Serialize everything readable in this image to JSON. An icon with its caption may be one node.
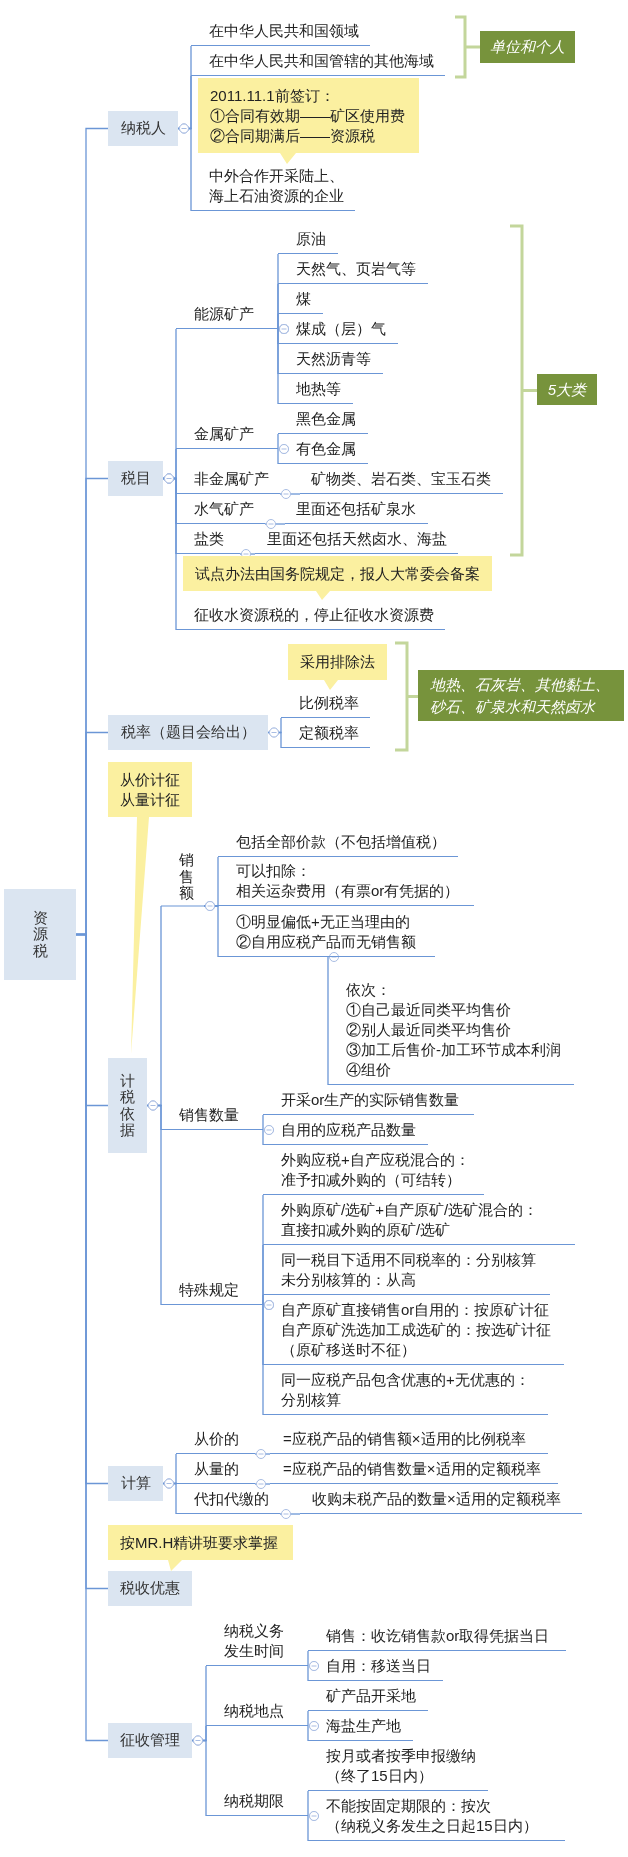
{
  "diagram": {
    "nodes": [
      {
        "text": [
          "资源税"
        ]
      },
      {
        "text": [
          "纳税人"
        ]
      },
      {
        "text": [
          "在中华人民共和国领域"
        ]
      },
      {
        "text": [
          "在中华人民共和国管辖的其他海域"
        ]
      },
      {
        "text": [
          "2011.11.1前签订：",
          "①合同有效期——矿区使用费",
          "②合同期满后——资源税"
        ]
      },
      {
        "text": [
          "中外合作开采陆上、海上石油资源的企业"
        ]
      },
      {
        "text": [
          "单位和个人"
        ]
      },
      {
        "text": [
          "税目"
        ]
      },
      {
        "text": [
          "能源矿产"
        ]
      },
      {
        "text": [
          "原油"
        ]
      },
      {
        "text": [
          "天然气、页岩气等"
        ]
      },
      {
        "text": [
          "煤"
        ]
      },
      {
        "text": [
          "煤成（层）气"
        ]
      },
      {
        "text": [
          "天然沥青等"
        ]
      },
      {
        "text": [
          "地热等"
        ]
      },
      {
        "text": [
          "金属矿产"
        ]
      },
      {
        "text": [
          "黑色金属"
        ]
      },
      {
        "text": [
          "有色金属"
        ]
      },
      {
        "text": [
          "非金属矿产"
        ]
      },
      {
        "text": [
          "矿物类、岩石类、宝玉石类"
        ]
      },
      {
        "text": [
          "水气矿产"
        ]
      },
      {
        "text": [
          "里面还包括矿泉水"
        ]
      },
      {
        "text": [
          "盐类"
        ]
      },
      {
        "text": [
          "里面还包括天然卤水、海盐"
        ]
      },
      {
        "text": [
          "试点办法由国务院规定，报人大常委会备案"
        ]
      },
      {
        "text": [
          "征收水资源税的，停止征收水资源费"
        ]
      },
      {
        "text": [
          "5大类"
        ]
      },
      {
        "text": [
          "税率（题目会给出）"
        ]
      },
      {
        "text": [
          "采用排除法"
        ]
      },
      {
        "text": [
          "比例税率"
        ]
      },
      {
        "text": [
          "定额税率"
        ]
      },
      {
        "text": [
          "地热、石灰岩、其他黏土、砂石、矿泉水和天然卤水"
        ]
      },
      {
        "text": [
          "从价计征",
          "从量计征"
        ]
      },
      {
        "text": [
          "计税依据"
        ]
      },
      {
        "text": [
          "销售额"
        ]
      },
      {
        "text": [
          "包括全部价款（不包括增值税）"
        ]
      },
      {
        "text": [
          "可以扣除：",
          "相关运杂费用（有票or有凭据的）"
        ]
      },
      {
        "text": [
          "①明显偏低+无正当理由的",
          "②自用应税产品而无销售额"
        ]
      },
      {
        "text": [
          "依次：",
          "①自己最近同类平均售价",
          "②别人最近同类平均售价",
          "③加工后售价-加工环节成本利润",
          "④组价"
        ]
      },
      {
        "text": [
          "销售数量"
        ]
      },
      {
        "text": [
          "开采or生产的实际销售数量"
        ]
      },
      {
        "text": [
          "自用的应税产品数量"
        ]
      },
      {
        "text": [
          "特殊规定"
        ]
      },
      {
        "text": [
          "外购应税+自产应税混合的：",
          "准予扣减外购的（可结转）"
        ]
      },
      {
        "text": [
          "外购原矿/选矿+自产原矿/选矿混合的：",
          "直接扣减外购的原矿/选矿"
        ]
      },
      {
        "text": [
          "同一税目下适用不同税率的：分别核算",
          "未分别核算的：从高"
        ]
      },
      {
        "text": [
          "自产原矿直接销售or自用的：按原矿计征",
          "自产原矿洗选加工成选矿的：按选矿计征",
          "（原矿移送时不征）"
        ]
      },
      {
        "text": [
          "同一应税产品包含优惠的+无优惠的：",
          "分别核算"
        ]
      },
      {
        "text": [
          "计算"
        ]
      },
      {
        "text": [
          "从价的"
        ]
      },
      {
        "text": [
          "=应税产品的销售额×适用的比例税率"
        ]
      },
      {
        "text": [
          "从量的"
        ]
      },
      {
        "text": [
          "=应税产品的销售数量×适用的定额税率"
        ]
      },
      {
        "text": [
          "代扣代缴的"
        ]
      },
      {
        "text": [
          "收购未税产品的数量×适用的定额税率"
        ]
      },
      {
        "text": [
          "按MR.H精讲班要求掌握"
        ]
      },
      {
        "text": [
          "税收优惠"
        ]
      },
      {
        "text": [
          "征收管理"
        ]
      },
      {
        "text": [
          "纳税义务发生时间"
        ]
      },
      {
        "text": [
          "销售：收讫销售款or取得凭据当日"
        ]
      },
      {
        "text": [
          "自用：移送当日"
        ]
      },
      {
        "text": [
          "纳税地点"
        ]
      },
      {
        "text": [
          "矿产品开采地"
        ]
      },
      {
        "text": [
          "海盐生产地"
        ]
      },
      {
        "text": [
          "纳税期限"
        ]
      },
      {
        "text": [
          "按月或者按季申报缴纳",
          "（终了15日内）"
        ]
      },
      {
        "text": [
          "不能按固定期限的：按次",
          "（纳税义务发生之日起15日内）"
        ]
      }
    ],
    "edges": [
      {
        "from": 0,
        "to": 1,
        "arrow": "none"
      },
      {
        "from": 0,
        "to": 7,
        "arrow": "none"
      },
      {
        "from": 0,
        "to": 27,
        "arrow": "none"
      },
      {
        "from": 0,
        "to": 33,
        "arrow": "none"
      },
      {
        "from": 0,
        "to": 48,
        "arrow": "none"
      },
      {
        "from": 0,
        "to": 56,
        "arrow": "none"
      },
      {
        "from": 0,
        "to": 57,
        "arrow": "none"
      },
      {
        "from": 1,
        "to": 2,
        "arrow": "other"
      },
      {
        "from": 1,
        "to": 3,
        "arrow": "other"
      },
      {
        "from": 1,
        "to": 5,
        "arrow": "other"
      },
      {
        "from": 7,
        "to": 8,
        "arrow": "other"
      },
      {
        "from": 8,
        "to": 9,
        "arrow": "other"
      },
      {
        "from": 8,
        "to": 10,
        "arrow": "other"
      },
      {
        "from": 8,
        "to": 11,
        "arrow": "other"
      },
      {
        "from": 8,
        "to": 12,
        "arrow": "other"
      },
      {
        "from": 8,
        "to": 13,
        "arrow": "other"
      },
      {
        "from": 8,
        "to": 14,
        "arrow": "other"
      },
      {
        "from": 7,
        "to": 15,
        "arrow": "other"
      },
      {
        "from": 15,
        "to": 16,
        "arrow": "other"
      },
      {
        "from": 15,
        "to": 17,
        "arrow": "other"
      },
      {
        "from": 7,
        "to": 18,
        "arrow": "other"
      },
      {
        "from": 18,
        "to": 19,
        "arrow": "other"
      },
      {
        "from": 7,
        "to": 20,
        "arrow": "other"
      },
      {
        "from": 20,
        "to": 21,
        "arrow": "other"
      },
      {
        "from": 7,
        "to": 22,
        "arrow": "other"
      },
      {
        "from": 22,
        "to": 23,
        "arrow": "other"
      },
      {
        "from": 7,
        "to": 25,
        "arrow": "other"
      },
      {
        "from": 27,
        "to": 29,
        "arrow": "other"
      },
      {
        "from": 27,
        "to": 30,
        "arrow": "other"
      },
      {
        "from": 33,
        "to": 34,
        "arrow": "other"
      },
      {
        "from": 34,
        "to": 35,
        "arrow": "other"
      },
      {
        "from": 34,
        "to": 36,
        "arrow": "other"
      },
      {
        "from": 34,
        "to": 37,
        "arrow": "other"
      },
      {
        "from": 37,
        "to": 38,
        "arrow": "other"
      },
      {
        "from": 33,
        "to": 39,
        "arrow": "other"
      },
      {
        "from": 39,
        "to": 40,
        "arrow": "other"
      },
      {
        "from": 39,
        "to": 41,
        "arrow": "other"
      },
      {
        "from": 33,
        "to": 42,
        "arrow": "other"
      },
      {
        "from": 42,
        "to": 43,
        "arrow": "other"
      },
      {
        "from": 42,
        "to": 44,
        "arrow": "other"
      },
      {
        "from": 42,
        "to": 45,
        "arrow": "other"
      },
      {
        "from": 42,
        "to": 46,
        "arrow": "other"
      },
      {
        "from": 42,
        "to": 47,
        "arrow": "other"
      },
      {
        "from": 48,
        "to": 49,
        "arrow": "other"
      },
      {
        "from": 49,
        "to": 50,
        "arrow": "other"
      },
      {
        "from": 48,
        "to": 51,
        "arrow": "other"
      },
      {
        "from": 51,
        "to": 52,
        "arrow": "other"
      },
      {
        "from": 48,
        "to": 53,
        "arrow": "other"
      },
      {
        "from": 53,
        "to": 54,
        "arrow": "other"
      },
      {
        "from": 57,
        "to": 58,
        "arrow": "other"
      },
      {
        "from": 58,
        "to": 59,
        "arrow": "other"
      },
      {
        "from": 58,
        "to": 60,
        "arrow": "other"
      },
      {
        "from": 57,
        "to": 61,
        "arrow": "other"
      },
      {
        "from": 61,
        "to": 62,
        "arrow": "other"
      },
      {
        "from": 61,
        "to": 63,
        "arrow": "other"
      },
      {
        "from": 57,
        "to": 64,
        "arrow": "other"
      },
      {
        "from": 64,
        "to": 65,
        "arrow": "other"
      },
      {
        "from": 64,
        "to": 66,
        "arrow": "other"
      }
    ]
  }
}
